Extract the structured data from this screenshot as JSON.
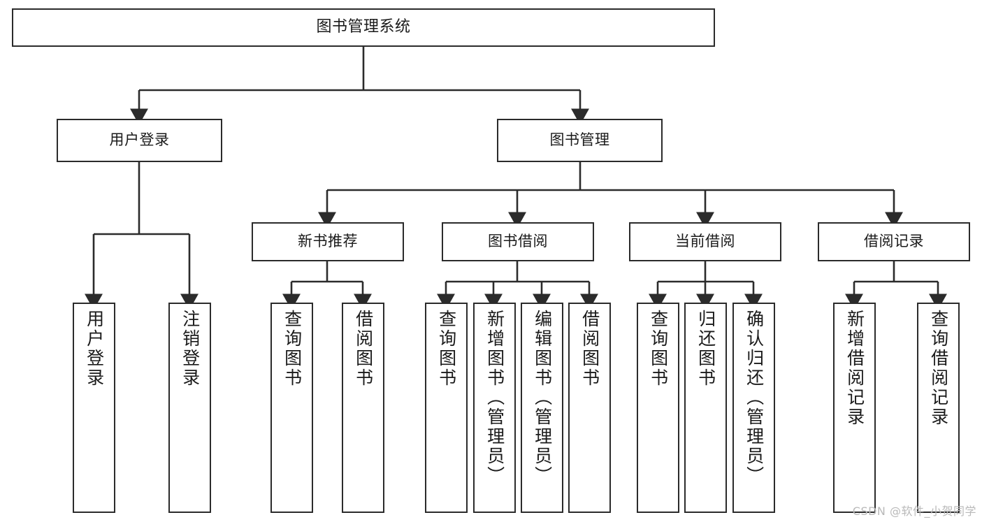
{
  "diagram": {
    "type": "tree",
    "title": "图书管理系统",
    "watermark": "CSDN @软件_小贺同学",
    "levels": {
      "root": {
        "label": "图书管理系统"
      },
      "level2": [
        {
          "id": "user-login",
          "label": "用户登录"
        },
        {
          "id": "book-manage",
          "label": "图书管理"
        }
      ],
      "level3": [
        {
          "id": "new-book-recommend",
          "label": "新书推荐"
        },
        {
          "id": "book-borrow",
          "label": "图书借阅"
        },
        {
          "id": "current-borrow",
          "label": "当前借阅"
        },
        {
          "id": "borrow-record",
          "label": "借阅记录"
        }
      ],
      "leaves": [
        {
          "id": "leaf-user-login",
          "label": "用户登录",
          "parent": "user-login"
        },
        {
          "id": "leaf-logout-login",
          "label": "注销登录",
          "parent": "user-login"
        },
        {
          "id": "leaf-query-book-1",
          "label": "查询图书",
          "parent": "new-book-recommend"
        },
        {
          "id": "leaf-borrow-book-1",
          "label": "借阅图书",
          "parent": "new-book-recommend"
        },
        {
          "id": "leaf-query-book-2",
          "label": "查询图书",
          "parent": "book-borrow"
        },
        {
          "id": "leaf-add-book",
          "label": "新增图书（管理员）",
          "parent": "book-borrow"
        },
        {
          "id": "leaf-edit-book",
          "label": "编辑图书（管理员）",
          "parent": "book-borrow"
        },
        {
          "id": "leaf-borrow-book-2",
          "label": "借阅图书",
          "parent": "book-borrow"
        },
        {
          "id": "leaf-query-book-3",
          "label": "查询图书",
          "parent": "current-borrow"
        },
        {
          "id": "leaf-return-book",
          "label": "归还图书",
          "parent": "current-borrow"
        },
        {
          "id": "leaf-confirm-return",
          "label": "确认归还（管理员）",
          "parent": "current-borrow"
        },
        {
          "id": "leaf-add-record",
          "label": "新增借阅记录",
          "parent": "borrow-record"
        },
        {
          "id": "leaf-query-record",
          "label": "查询借阅记录",
          "parent": "borrow-record"
        }
      ]
    },
    "colors": {
      "stroke": "#2b2b2b",
      "fill": "#ffffff",
      "text": "#1a1a1a",
      "watermark": "#b9b9b9"
    }
  }
}
